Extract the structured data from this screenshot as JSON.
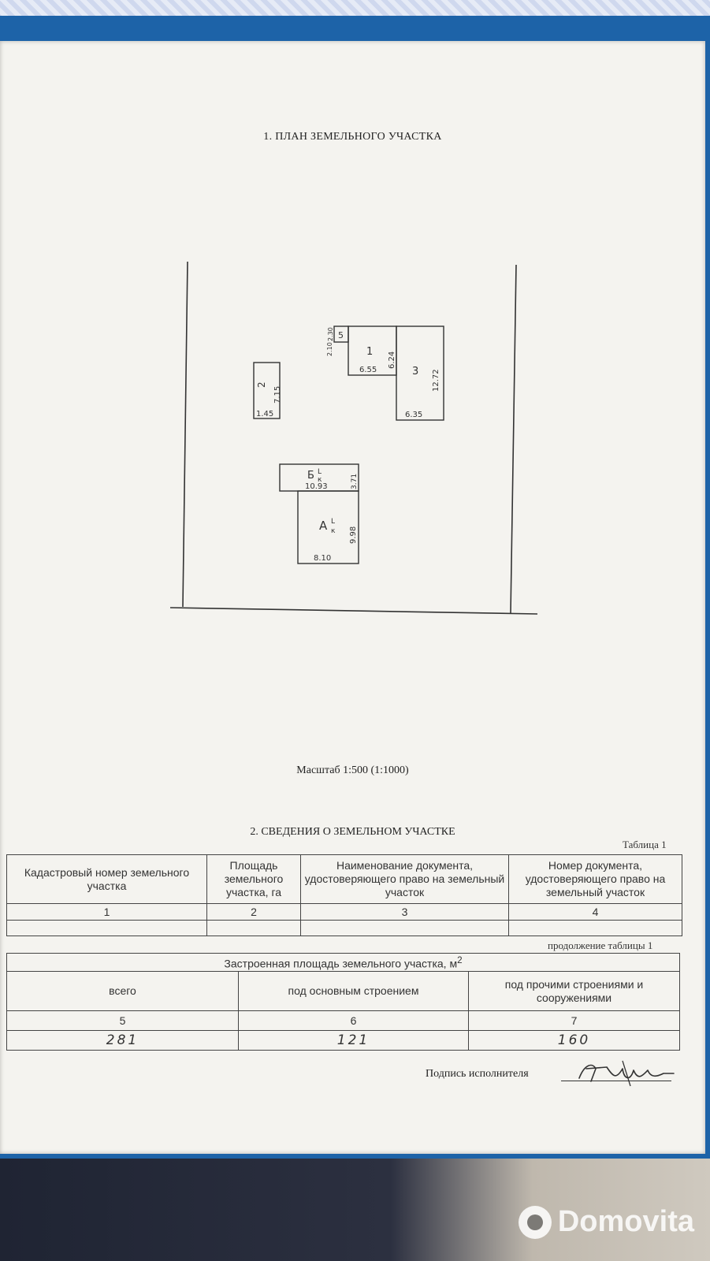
{
  "section1_title": "1. ПЛАН ЗЕМЕЛЬНОГО УЧАСТКА",
  "plan": {
    "b5": {
      "num": "5",
      "dim_a": "2.30",
      "dim_b": "2.10"
    },
    "b1": {
      "num": "1",
      "width": "6.55",
      "height": "6.24"
    },
    "b3": {
      "num": "3",
      "width": "6.35",
      "height": "12.72"
    },
    "b2": {
      "num": "2",
      "width": "1.45",
      "height": "7.15"
    },
    "bb": {
      "num": "Б",
      "sup": "L",
      "sub": "к",
      "width": "10.93",
      "height": "3.71"
    },
    "ba": {
      "num": "А",
      "sup": "L",
      "sub": "к",
      "width": "8.10",
      "height": "9.98"
    }
  },
  "scale_text": "Масштаб 1:500 (1:1000)",
  "section2_title": "2. СВЕДЕНИЯ О ЗЕМЕЛЬНОМ УЧАСТКЕ",
  "table_label": "Таблица 1",
  "table1": {
    "h1": "Кадастровый номер земельного участка",
    "h2": "Площадь земельного участка, га",
    "h3": "Наименование документа, удостоверяющего право на земельный участок",
    "h4": "Номер документа, удостоверяющего право на земельный участок",
    "n1": "1",
    "n2": "2",
    "n3": "3",
    "n4": "4"
  },
  "continuation_label": "продолжение таблицы 1",
  "table2": {
    "header": "Застроенная площадь земельного участка, м",
    "header_sup": "2",
    "c1": "всего",
    "c2": "под основным строением",
    "c3": "под прочими строениями и сооружениями",
    "n5": "5",
    "n6": "6",
    "n7": "7",
    "v5": "281",
    "v6": "121",
    "v7": "160"
  },
  "signature_label": "Подпись исполнителя",
  "watermark": "Domovita"
}
